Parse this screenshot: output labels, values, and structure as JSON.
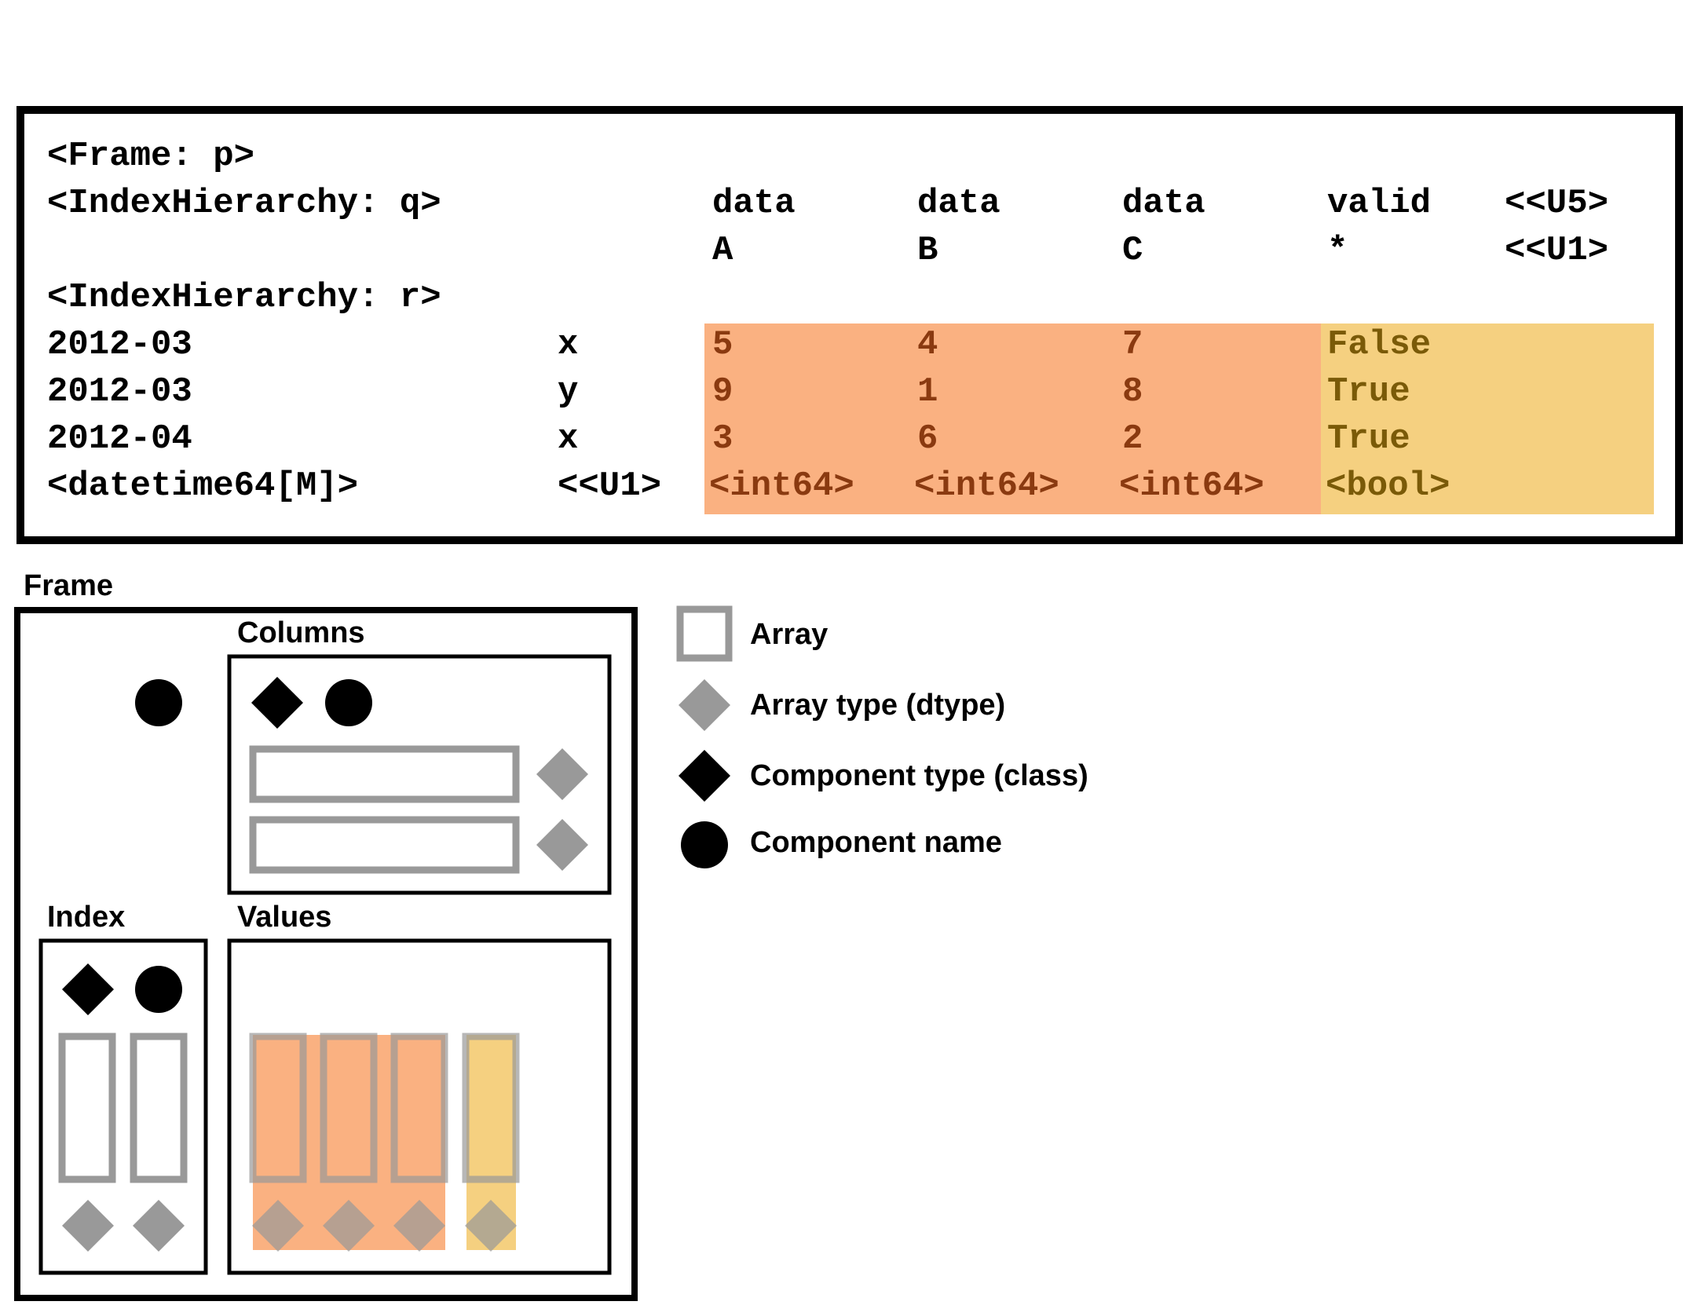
{
  "colors": {
    "int_fill": "#f9a36b",
    "bool_fill": "#f3c86a",
    "array_border": "#999999",
    "dtype_diamond": "#999999",
    "component_black": "#000000"
  },
  "display": {
    "frame_header": "<Frame: p>",
    "columns_header": "<IndexHierarchy: q>",
    "index_header": "<IndexHierarchy: r>",
    "col_level0": [
      "data",
      "data",
      "data",
      "valid"
    ],
    "col_level1": [
      "A",
      "B",
      "C",
      "*"
    ],
    "col_dtype0": "<<U5>",
    "col_dtype1": "<<U1>",
    "rows": [
      {
        "idx0": "2012-03",
        "idx1": "x",
        "values": [
          "5",
          "4",
          "7",
          "False"
        ]
      },
      {
        "idx0": "2012-03",
        "idx1": "y",
        "values": [
          "9",
          "1",
          "8",
          "True"
        ]
      },
      {
        "idx0": "2012-04",
        "idx1": "x",
        "values": [
          "3",
          "6",
          "2",
          "True"
        ]
      }
    ],
    "index_dtypes": [
      "<datetime64[M]>",
      "<<U1>"
    ],
    "value_dtypes": [
      "<int64>",
      "<int64>",
      "<int64>",
      "<bool>"
    ]
  },
  "diagram": {
    "frame_label": "Frame",
    "columns_label": "Columns",
    "index_label": "Index",
    "values_label": "Values"
  },
  "legend": {
    "array": "Array",
    "dtype": "Array type (dtype)",
    "class": "Component type (class)",
    "name": "Component name"
  }
}
